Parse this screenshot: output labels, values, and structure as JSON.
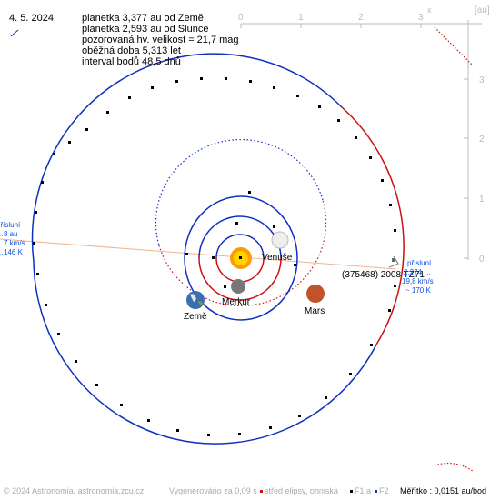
{
  "date": "4. 5. 2024",
  "info": [
    "planetka 3,377 au od Země",
    "planetka 2,593 au od Slunce",
    "pozorovaná hv. velikost = 21,7 mag",
    "oběžná doba 5,313 let",
    "interval bodů 48,5 dnů"
  ],
  "scale_top": {
    "ticks": [
      "0",
      "1",
      "2",
      "3"
    ],
    "axis": "x",
    "unit": "[au]"
  },
  "scale_right": {
    "ticks": [
      "3",
      "2",
      "1",
      "0"
    ]
  },
  "bodies": {
    "sun": "",
    "mercury": "Merkur",
    "venus": "Venuše",
    "earth": "Země",
    "mars": "Mars",
    "asteroid": "(375468) 2008 TZ71"
  },
  "aphelion_note": {
    "label": "přísluní",
    "lines": [
      "…8 au",
      "…7 km/s",
      "…146 K"
    ]
  },
  "perihelion_note": {
    "label": "přísluní",
    "dist": "2,274 …",
    "speed": "19,8 km/s",
    "temp": "~ 170 K"
  },
  "footer": {
    "copyright": "© 2024 Astronomia, astronomia.zcu.cz",
    "generated": "Vygenerováno za 0,09 s",
    "ellipse_center": "střed elipsy, ohniska",
    "f1": "F1 a",
    "f2": "F2",
    "scale": "Měřítko : 0,0151 au/bod"
  },
  "colors": {
    "orbit_blue": "#1030c0",
    "orbit_red": "#cc1111",
    "asteroid_orbit_blue": "#1030c0",
    "asteroid_orbit_red": "#cc1111",
    "line_of_apsides": "#f0b48c",
    "scale_gray": "#bbbbbb",
    "label_blue": "#1050e0",
    "sun_yellow": "#ffd400",
    "footer_gray": "#aaaaaa"
  }
}
